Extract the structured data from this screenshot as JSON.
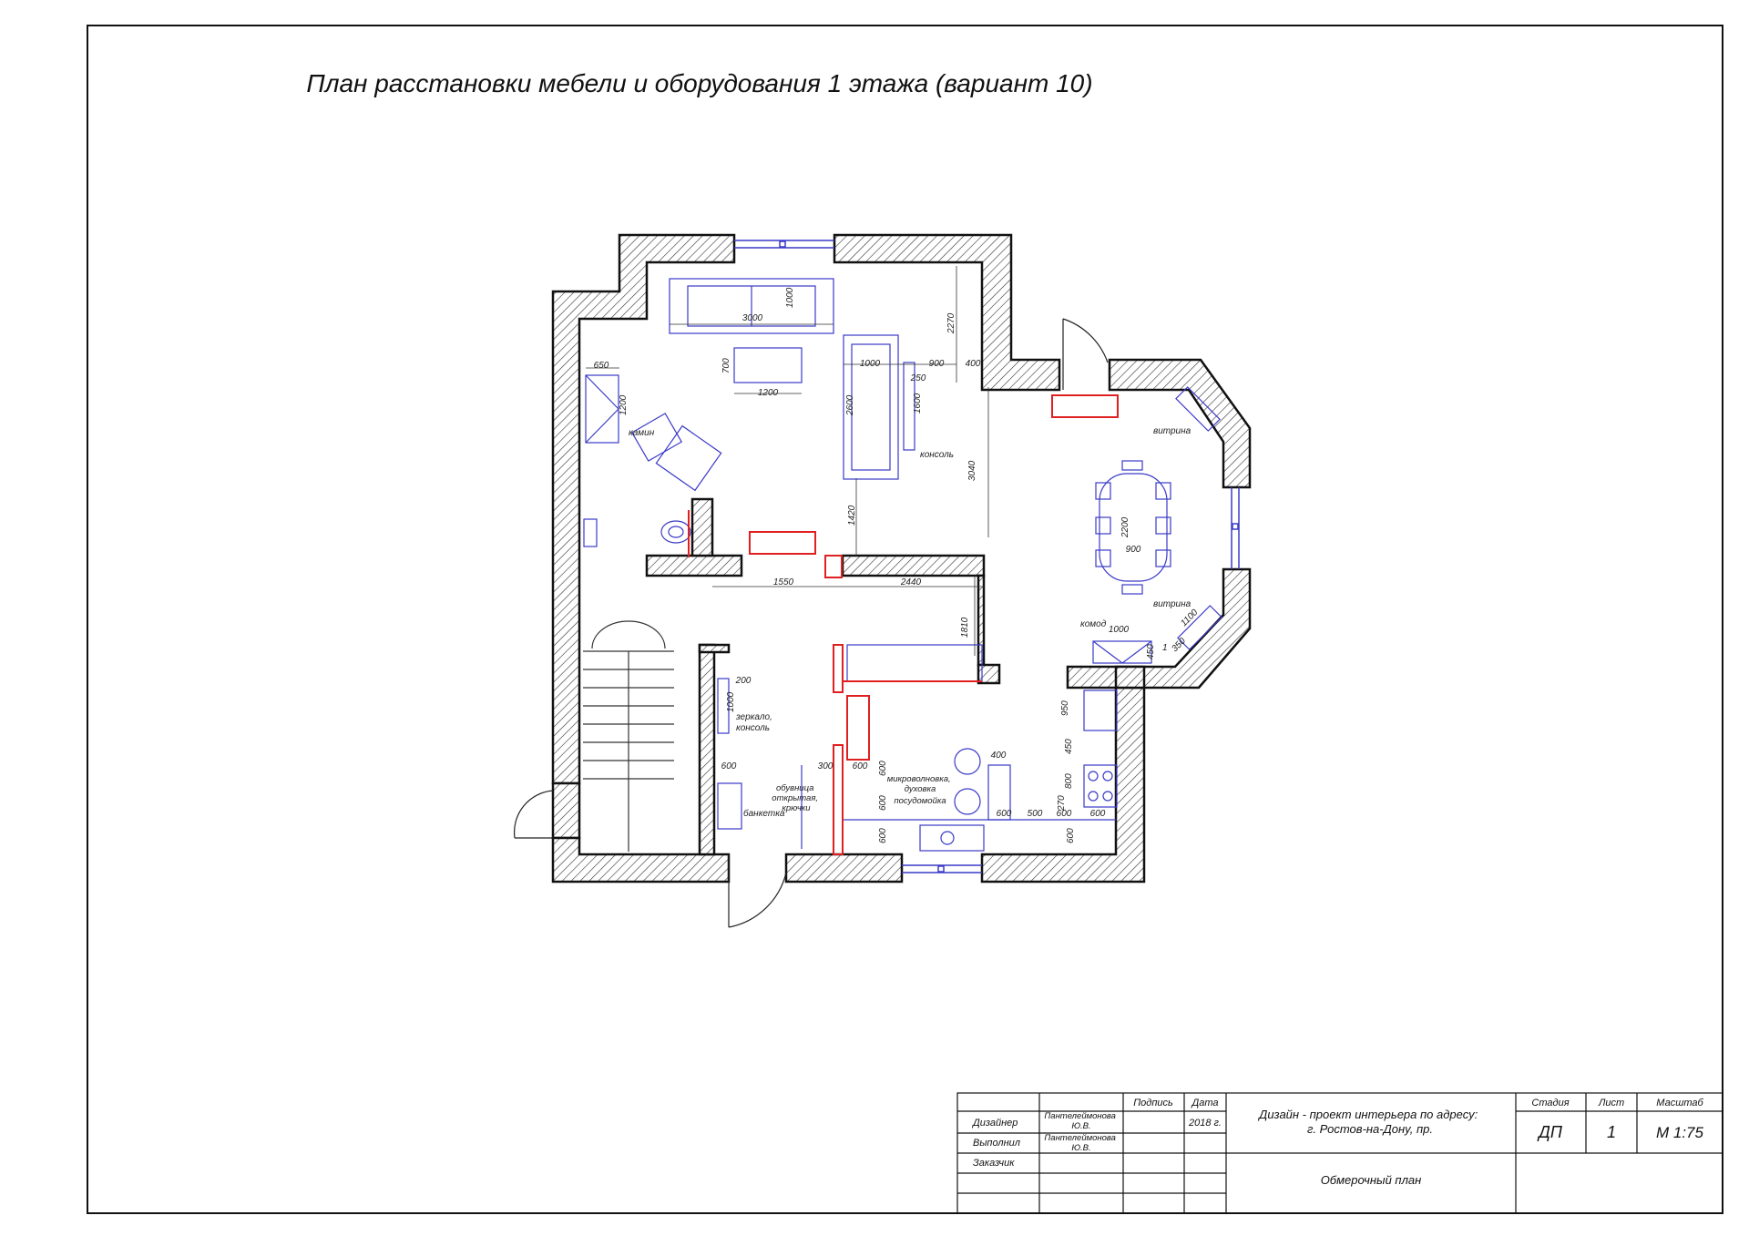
{
  "title": "План расстановки мебели и оборудования 1 этажа (вариант 10)",
  "labels": {
    "kamin": "камин",
    "konsol": "консоль",
    "vitrina_top": "витрина",
    "vitrina_bottom": "витрина",
    "komod": "комод",
    "zerkalo": "зеркало,\nконсоль",
    "obuvnica": "обувница\nоткрытая,\nкрючки",
    "banketka": "банкетка",
    "mikrovolnovka": "микроволновка,\nдуховка",
    "posudomoyka": "посудомойка"
  },
  "dimensions": {
    "d3000": "3000",
    "d1000_sofa": "1000",
    "d2270": "2270",
    "d700": "700",
    "d1200_table": "1200",
    "d1000_couch": "1000",
    "d900_couch": "900",
    "d400_couch": "400",
    "d250": "250",
    "d2600": "2600",
    "d1600": "1600",
    "d650": "650",
    "d1200_fire": "1200",
    "d3040": "3040",
    "d1420": "1420",
    "d1550": "1550",
    "d2440": "2440",
    "d1810": "1810",
    "d2200": "2200",
    "d900_table": "900",
    "d1000_komod": "1000",
    "d1100": "1100",
    "d450_komod": "450",
    "d350": "350",
    "d1_komod": "1",
    "d200": "200",
    "d1000_mirror": "1000",
    "d600_a": "600",
    "d300": "300",
    "d600_b": "600",
    "d600_c": "600",
    "d600_d": "600",
    "d600_e": "600",
    "d400_kit": "400",
    "d600_f": "600",
    "d500": "500",
    "d600_g": "600",
    "d600_h": "600",
    "d950": "950",
    "d450_kit": "450",
    "d800": "800",
    "d270": "270",
    "d600_i": "600"
  },
  "stamp": {
    "col_podpis": "Подпись",
    "col_data": "Дата",
    "row1_role": "Дизайнер",
    "row1_name": "Пантелеймонова Ю.В.",
    "row1_date": "2018 г.",
    "row2_role": "Выполнил",
    "row2_name": "Пантелеймонова Ю.В.",
    "row3_role": "Заказчик",
    "project": "Дизайн - проект интерьера по адресу:\nг. Ростов-на-Дону, пр.",
    "sheet_name": "Обмерочный план",
    "stage_h": "Стадия",
    "sheet_h": "Лист",
    "scale_h": "Масштаб",
    "stage": "ДП",
    "sheet": "1",
    "scale": "М 1:75"
  },
  "colors": {
    "wall": "#111111",
    "furniture": "#3a3ac8",
    "highlight": "#e02020",
    "hatch": "#333333"
  }
}
